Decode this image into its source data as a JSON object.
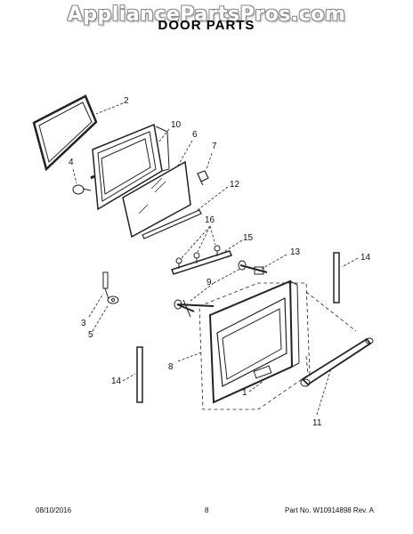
{
  "watermark": "AppliancePartsPros.com",
  "title": "DOOR PARTS",
  "callouts": {
    "c1": "1",
    "c2": "2",
    "c3": "3",
    "c4": "4",
    "c5": "5",
    "c6": "6",
    "c7": "7",
    "c8": "8",
    "c9": "9",
    "c10": "10",
    "c11": "11",
    "c12": "12",
    "c13": "13",
    "c14a": "14",
    "c14b": "14",
    "c15": "15",
    "c16": "16"
  },
  "footer": {
    "date": "08/10/2016",
    "page": "8",
    "part_no": "Part No. W10914898  Rev. A"
  }
}
